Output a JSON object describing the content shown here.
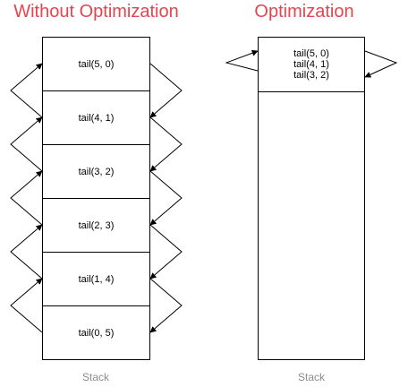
{
  "titles": {
    "without": "Without Optimization",
    "with": "Optimization"
  },
  "left_stack": {
    "frames": [
      "tail(5, 0)",
      "tail(4, 1)",
      "tail(3, 2)",
      "tail(2, 3)",
      "tail(1, 4)",
      "tail(0, 5)"
    ],
    "caption": "Stack"
  },
  "right_stack": {
    "frames": [
      "tail(5, 0)",
      "tail(4, 1)",
      "tail(3, 2)"
    ],
    "caption": "Stack"
  },
  "colors": {
    "title": "#e8434e",
    "caption": "#8c8c8c",
    "line": "#000000"
  }
}
